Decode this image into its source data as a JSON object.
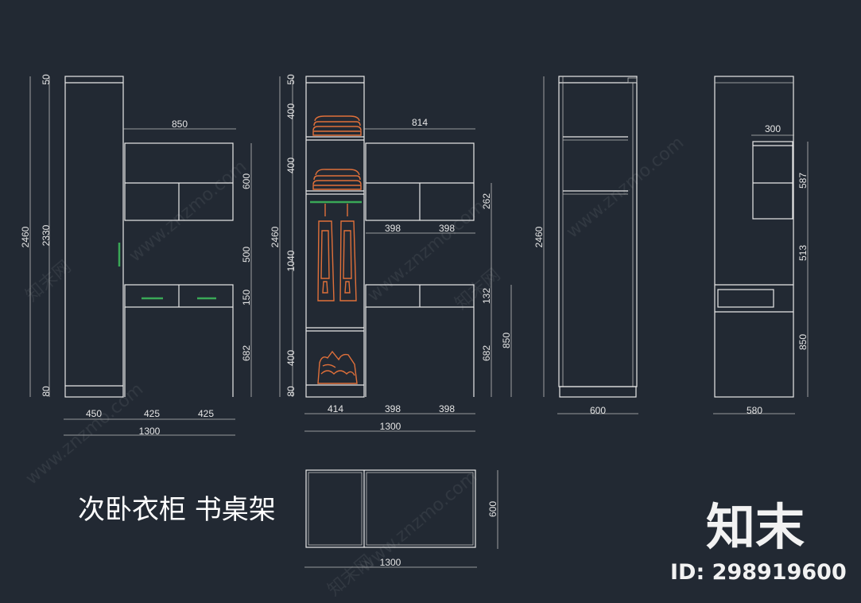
{
  "drawing": {
    "title": "次卧衣柜 书桌架",
    "logo": "知末",
    "id_label": "ID: 298919600",
    "watermark": "www.znzmo.com",
    "watermark_cn": "知末网"
  },
  "elevation_1": {
    "top_dims": [
      "850"
    ],
    "left_dims": [
      "50",
      "2330",
      "80"
    ],
    "overall_left": "2460",
    "right_dims": [
      "600",
      "500",
      "150",
      "682"
    ],
    "bottom_dims": [
      "450",
      "425",
      "425"
    ],
    "overall_bottom": "1300"
  },
  "elevation_2": {
    "top_dims": [
      "814"
    ],
    "left_dims": [
      "50",
      "400",
      "400",
      "1040",
      "400",
      "80"
    ],
    "overall_left": "2460",
    "right_dims": [
      "262",
      "132",
      "682"
    ],
    "right_outer": "850",
    "middle_dims": [
      "398",
      "398"
    ],
    "bottom_dims": [
      "414",
      "398",
      "398"
    ],
    "overall_bottom": "1300"
  },
  "elevation_3": {
    "left_dim": "2460",
    "bottom_dim": "600"
  },
  "elevation_4": {
    "top_dim": "300",
    "right_dims": [
      "587",
      "513",
      "850"
    ],
    "bottom_dim": "580"
  },
  "plan": {
    "right_dim": "600",
    "bottom_dim": "1300"
  },
  "colors": {
    "background": "#222933",
    "lines": "#e8e8e8",
    "clothes": "#e0703a",
    "handles": "#3aa857"
  }
}
